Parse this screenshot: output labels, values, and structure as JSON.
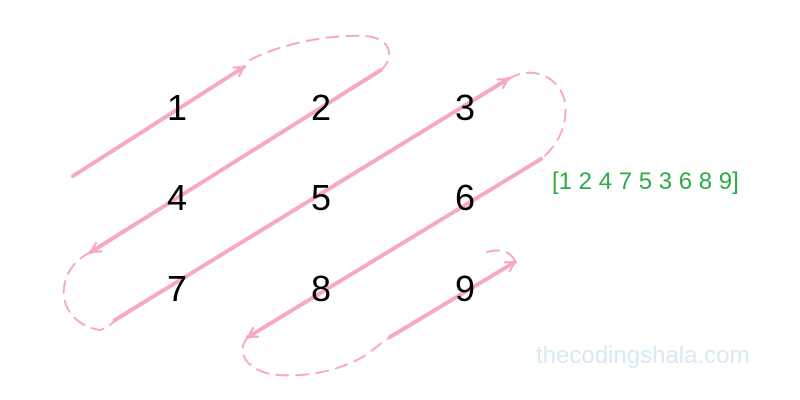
{
  "matrix": {
    "rows": [
      [
        "1",
        "2",
        "3"
      ],
      [
        "4",
        "5",
        "6"
      ],
      [
        "7",
        "8",
        "9"
      ]
    ]
  },
  "result": {
    "text": "[1 2 4 7 5 3 6 8 9]",
    "color": "#2eaa48"
  },
  "watermark": {
    "text": "thecodingshala.com",
    "color": "#d6eaf6"
  },
  "traversal": {
    "color": "#f7a8c3",
    "order": [
      "1",
      "2",
      "4",
      "7",
      "5",
      "3",
      "6",
      "8",
      "9"
    ]
  }
}
